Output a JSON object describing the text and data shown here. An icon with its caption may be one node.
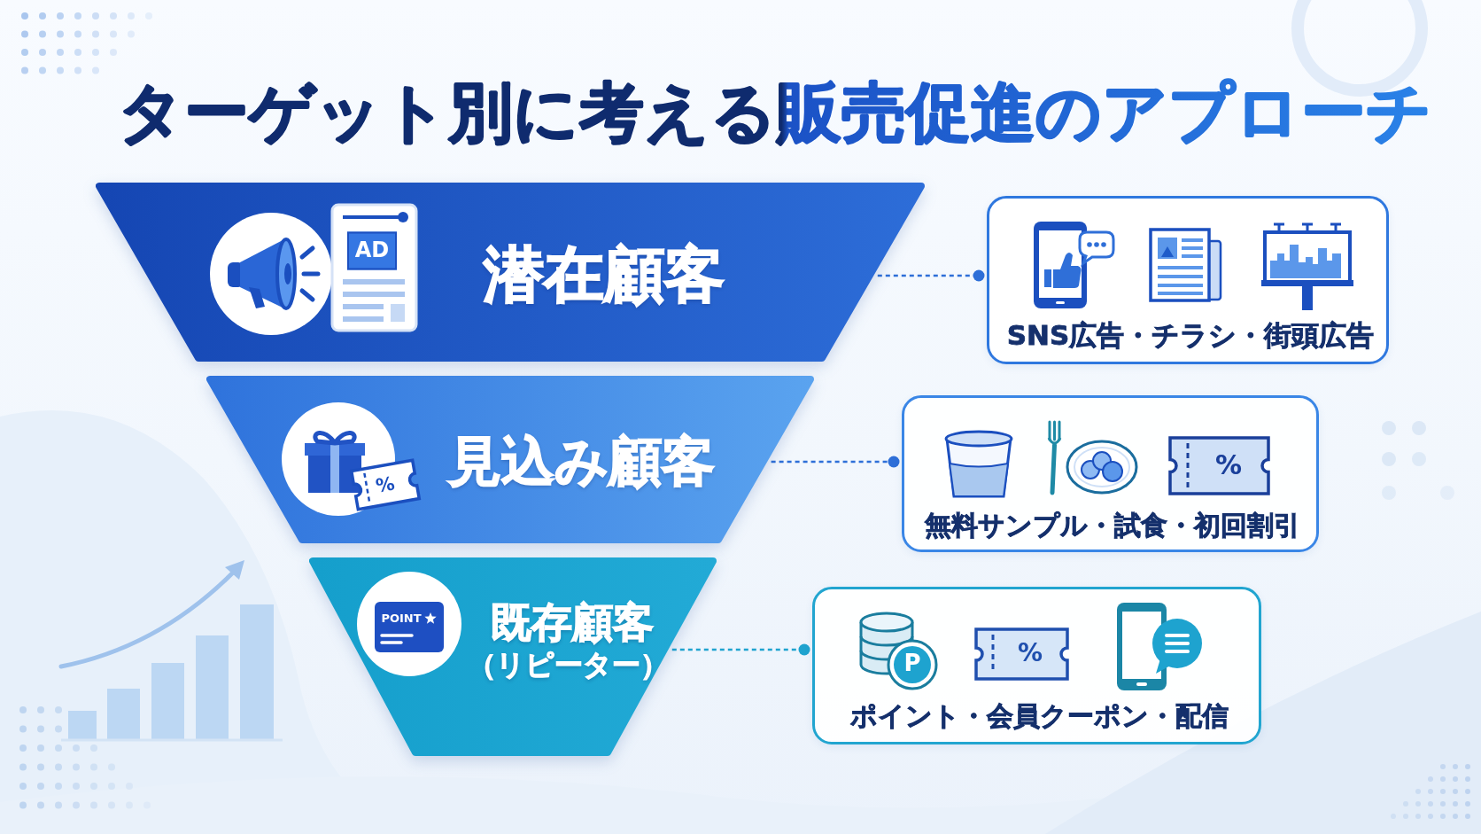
{
  "diagram": {
    "title": "ターゲット別に考える販売促進のアプローチ",
    "nodes": [
      {
        "text": [
          "潜在顧客"
        ]
      },
      {
        "text": [
          "SNS広告・チラシ・街頭広告"
        ]
      },
      {
        "text": [
          "見込み顧客"
        ]
      },
      {
        "text": [
          "無料サンプル・試食・初回割引"
        ]
      },
      {
        "text": [
          "既存顧客",
          "（リピーター）"
        ]
      },
      {
        "text": [
          "ポイント・会員クーポン・配信"
        ]
      }
    ],
    "edges": [
      {
        "from": 0,
        "to": 1,
        "arrow": "other",
        "style": "dashed"
      },
      {
        "from": 2,
        "to": 3,
        "arrow": "other",
        "style": "dashed"
      },
      {
        "from": 4,
        "to": 5,
        "arrow": "other",
        "style": "dashed",
        "color": "#1fa3cf"
      }
    ],
    "labels": [
      "AD",
      "%",
      "%",
      "POINT",
      "%",
      "P"
    ]
  }
}
